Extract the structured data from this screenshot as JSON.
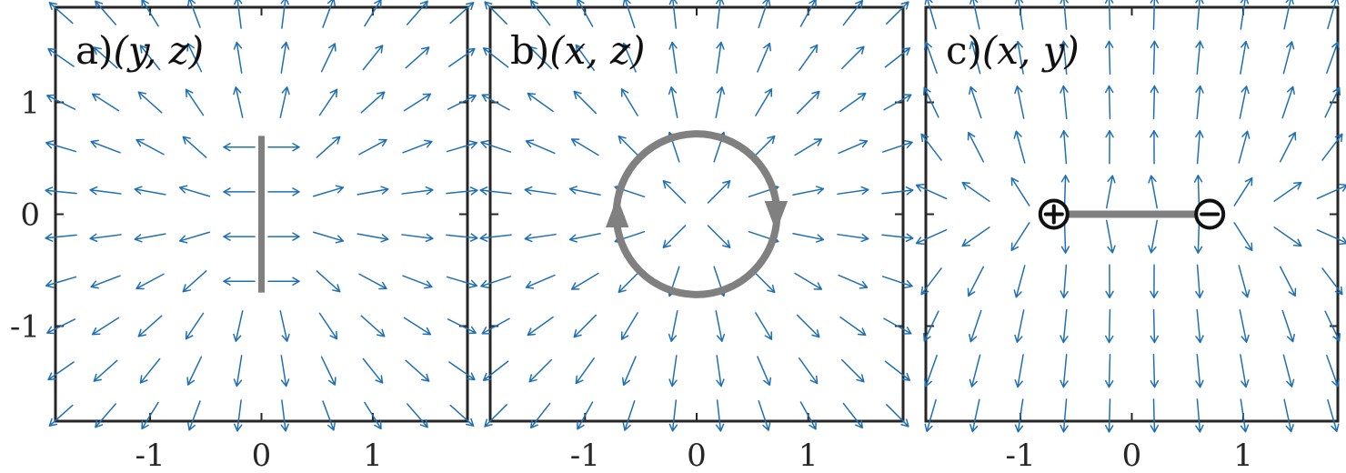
{
  "figure": {
    "colors": {
      "arrow": "#1f6fb5",
      "axis": "#262626",
      "object": "#808080",
      "charge": "#111111",
      "background": "#ffffff"
    },
    "axes": {
      "xlim": [
        -1.85,
        1.85
      ],
      "ylim": [
        -1.85,
        1.85
      ],
      "x_tick_values": [
        -1,
        0,
        1
      ],
      "x_tick_labels": [
        "-1",
        "0",
        "1"
      ],
      "y_tick_values": [
        1,
        0,
        -1
      ],
      "y_tick_labels": [
        "1",
        "0",
        "-1"
      ]
    },
    "quiver_grid": {
      "values": [
        -1.8,
        -1.4,
        -1.0,
        -0.6,
        -0.2,
        0.2,
        0.6,
        1.0,
        1.4,
        1.8
      ]
    },
    "panels": [
      {
        "id": "a",
        "title": {
          "prefix": "a)",
          "math": "(y, z)"
        },
        "field": "linear-dipole-source",
        "object": {
          "type": "vertical-segment",
          "from": [
            0,
            -0.7
          ],
          "to": [
            0,
            0.7
          ]
        }
      },
      {
        "id": "b",
        "title": {
          "prefix": "b)",
          "math": "(x, z)"
        },
        "field": "radial-source",
        "object": {
          "type": "loop",
          "center": [
            0,
            0
          ],
          "radius": 0.72,
          "arrow_icons": [
            "arrow-up-icon",
            "arrow-down-icon"
          ]
        }
      },
      {
        "id": "c",
        "title": {
          "prefix": "c)",
          "math": "(x, y)"
        },
        "field": "dipole-side-view",
        "object": {
          "type": "horizontal-segment",
          "from": [
            -0.7,
            0
          ],
          "to": [
            0.7,
            0
          ],
          "charges": [
            {
              "symbol": "⊕",
              "x": -0.7,
              "y": 0,
              "icon": "plus-charge-icon"
            },
            {
              "symbol": "⊖",
              "x": 0.7,
              "y": 0,
              "icon": "minus-charge-icon"
            }
          ]
        }
      }
    ]
  }
}
